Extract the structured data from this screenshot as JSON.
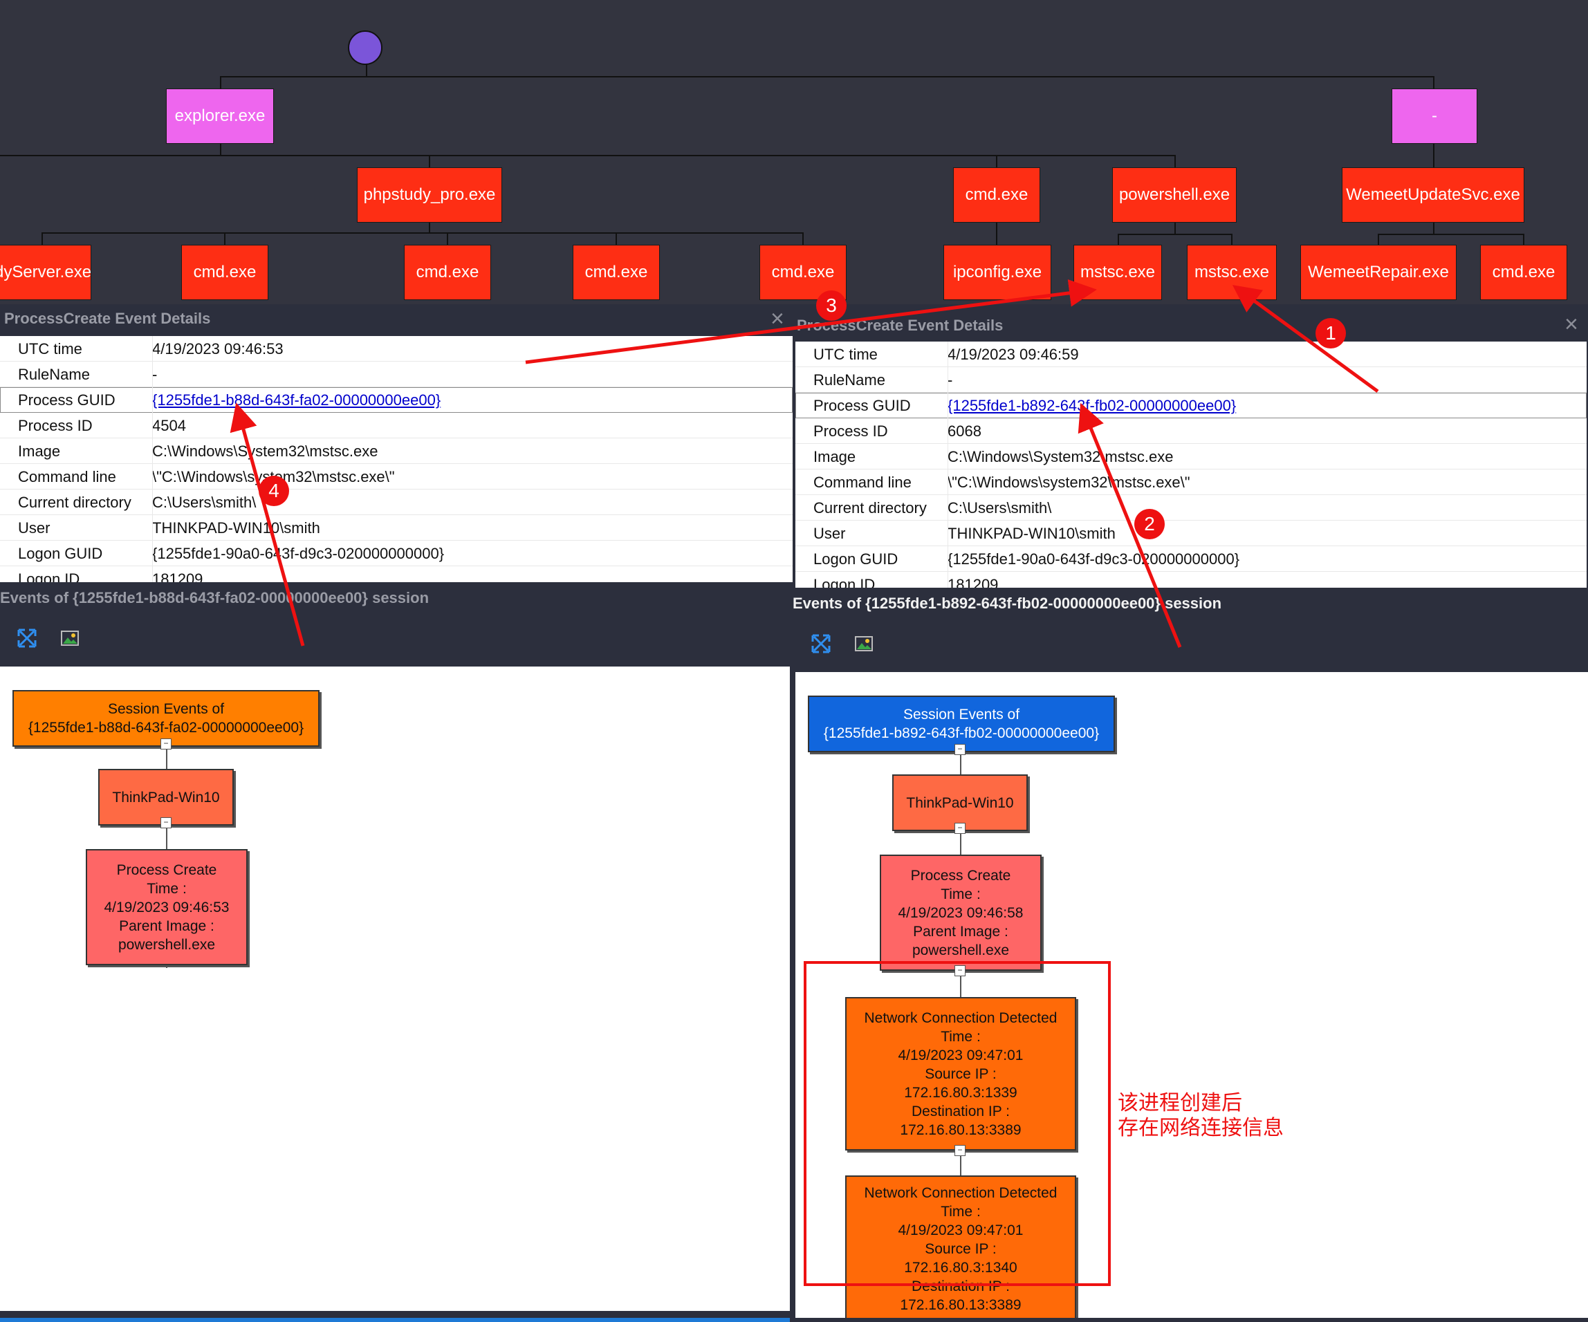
{
  "tree": {
    "nodes": [
      {
        "label": "explorer.exe",
        "color": "#ee66ee"
      },
      {
        "label": "-",
        "color": "#ee66ee"
      },
      {
        "label": "phpstudy_pro.exe"
      },
      {
        "label": "cmd.exe"
      },
      {
        "label": "powershell.exe"
      },
      {
        "label": "WemeetUpdateSvc.exe"
      },
      {
        "label": "dyServer.exe"
      },
      {
        "label": "cmd.exe"
      },
      {
        "label": "cmd.exe"
      },
      {
        "label": "cmd.exe"
      },
      {
        "label": "cmd.exe"
      },
      {
        "label": "ipconfig.exe"
      },
      {
        "label": "mstsc.exe"
      },
      {
        "label": "mstsc.exe"
      },
      {
        "label": "WemeetRepair.exe"
      },
      {
        "label": "cmd.exe"
      }
    ]
  },
  "left_details": {
    "title": "ProcessCreate Event Details",
    "rows": [
      {
        "k": "UTC time",
        "v": "4/19/2023 09:46:53"
      },
      {
        "k": "RuleName",
        "v": "-"
      },
      {
        "k": "Process GUID",
        "v": "{1255fde1-b88d-643f-fa02-00000000ee00}"
      },
      {
        "k": "Process ID",
        "v": "4504"
      },
      {
        "k": "Image",
        "v": "C:\\Windows\\System32\\mstsc.exe"
      },
      {
        "k": "Command line",
        "v": "\\\"C:\\Windows\\system32\\mstsc.exe\\\""
      },
      {
        "k": "Current directory",
        "v": "C:\\Users\\smith\\"
      },
      {
        "k": "User",
        "v": "THINKPAD-WIN10\\smith"
      },
      {
        "k": "Logon GUID",
        "v": "{1255fde1-90a0-643f-d9c3-020000000000}"
      },
      {
        "k": "Logon ID",
        "v": "181209"
      }
    ]
  },
  "right_details": {
    "title": "ProcessCreate Event Details",
    "rows": [
      {
        "k": "UTC time",
        "v": "4/19/2023 09:46:59"
      },
      {
        "k": "RuleName",
        "v": "-"
      },
      {
        "k": "Process GUID",
        "v": "{1255fde1-b892-643f-fb02-00000000ee00}"
      },
      {
        "k": "Process ID",
        "v": "6068"
      },
      {
        "k": "Image",
        "v": "C:\\Windows\\System32\\mstsc.exe"
      },
      {
        "k": "Command line",
        "v": "\\\"C:\\Windows\\system32\\mstsc.exe\\\""
      },
      {
        "k": "Current directory",
        "v": "C:\\Users\\smith\\"
      },
      {
        "k": "User",
        "v": "THINKPAD-WIN10\\smith"
      },
      {
        "k": "Logon GUID",
        "v": "{1255fde1-90a0-643f-d9c3-020000000000}"
      },
      {
        "k": "Logon ID",
        "v": "181209"
      }
    ]
  },
  "left_session": {
    "title": "Events of {1255fde1-b88d-643f-fa02-00000000ee00} session",
    "session_node": "Session Events of\n{1255fde1-b88d-643f-fa02-00000000ee00}",
    "host_node": "ThinkPad-Win10",
    "process_node": "Process Create\nTime :\n4/19/2023 09:46:53\nParent Image :\npowershell.exe"
  },
  "right_session": {
    "title": "Events of {1255fde1-b892-643f-fb02-00000000ee00} session",
    "session_node": "Session Events of\n{1255fde1-b892-643f-fb02-00000000ee00}",
    "host_node": "ThinkPad-Win10",
    "process_node": "Process Create\nTime :\n4/19/2023 09:46:58\nParent Image :\npowershell.exe",
    "net_node_1": "Network Connection Detected\nTime :\n4/19/2023 09:47:01\nSource IP :\n172.16.80.3:1339\nDestination IP :\n172.16.80.13:3389",
    "net_node_2": "Network Connection Detected\nTime :\n4/19/2023 09:47:01\nSource IP :\n172.16.80.3:1340\nDestination IP :\n172.16.80.13:3389"
  },
  "annotation": {
    "note_line1": "该进程创建后",
    "note_line2": "存在网络连接信息",
    "markers": [
      "1",
      "2",
      "3",
      "4"
    ],
    "color": "#ee1111"
  },
  "colors": {
    "tree_bg": "#33343f",
    "process_node": "#fe2e14",
    "session_orange": "#ff7f00",
    "session_blue": "#1166dd",
    "host_node": "#fe6a44",
    "process_event": "#fe6666",
    "network_node": "#ff6a08"
  }
}
